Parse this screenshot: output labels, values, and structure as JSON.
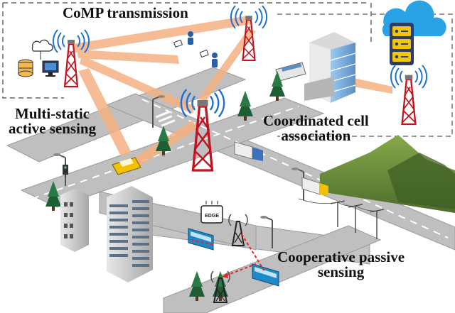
{
  "labels": {
    "comp_transmission": "CoMP transmission",
    "multi_static_line1": "Multi-static",
    "multi_static_line2": "active sensing",
    "coordinated_line1": "Coordinated cell",
    "coordinated_line2": "association",
    "cooperative_line1": "Cooperative passive",
    "cooperative_line2": "sensing"
  },
  "edge_server": {
    "label": "EDGE"
  },
  "colors": {
    "road": "#bfbfbf",
    "road_edge": "#9a9a9a",
    "beam": "#f4b183",
    "sensing_link": "#e32626",
    "tower": "#c1121f",
    "signal": "#1f6fd1",
    "cloud": "#2aa3e6",
    "bus": "#1e88c8",
    "truck": "#f2c200",
    "mountain": "#6f8f3f",
    "tree": "#1e5e35"
  },
  "icons": [
    "cloud-server-icon",
    "database-icon",
    "monitor-icon",
    "tower-icon",
    "bus-icon",
    "truck-icon",
    "car-icon",
    "tree-icon",
    "user-icon",
    "edge-server-icon"
  ]
}
